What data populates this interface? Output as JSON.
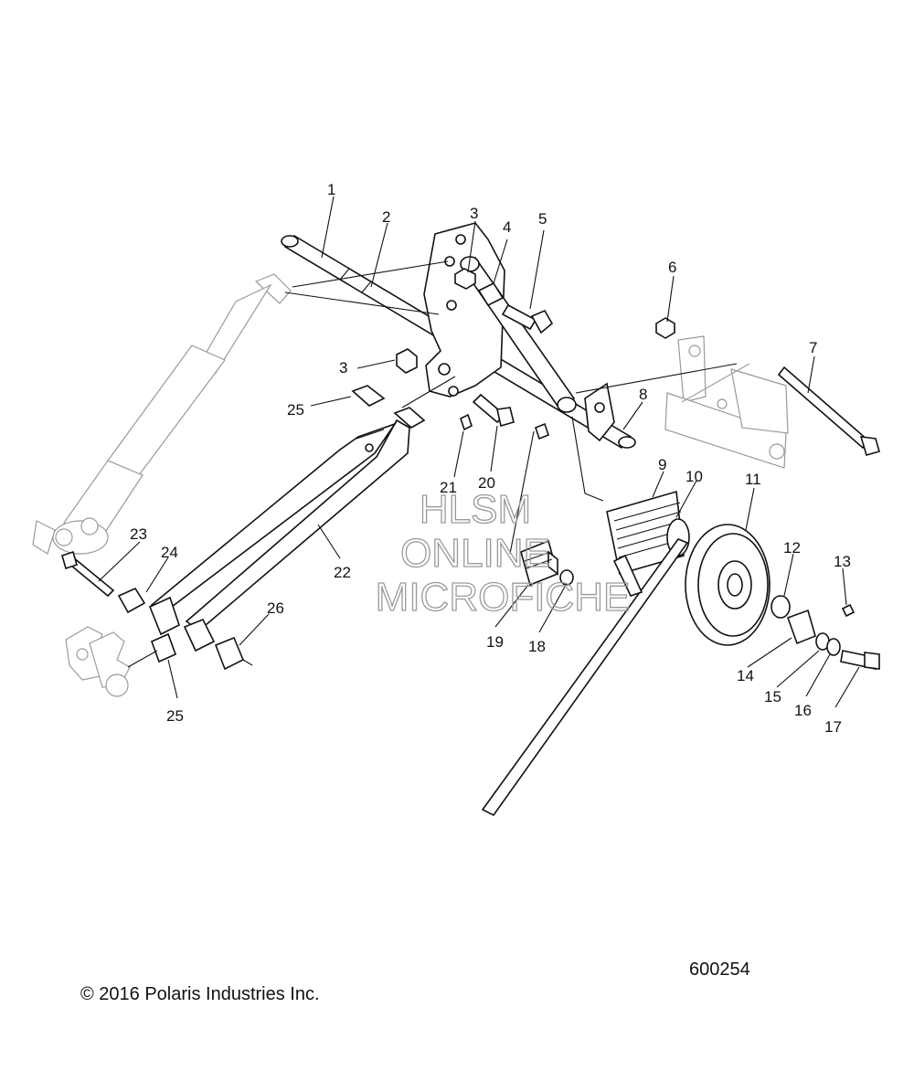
{
  "callouts": [
    {
      "id": "c1",
      "text": "1"
    },
    {
      "id": "c2",
      "text": "2"
    },
    {
      "id": "c3a",
      "text": "3"
    },
    {
      "id": "c4",
      "text": "4"
    },
    {
      "id": "c5",
      "text": "5"
    },
    {
      "id": "c6",
      "text": "6"
    },
    {
      "id": "c3b",
      "text": "3"
    },
    {
      "id": "c7",
      "text": "7"
    },
    {
      "id": "c8",
      "text": "8"
    },
    {
      "id": "c25a",
      "text": "25"
    },
    {
      "id": "c9",
      "text": "9"
    },
    {
      "id": "c10",
      "text": "10"
    },
    {
      "id": "c11",
      "text": "11"
    },
    {
      "id": "c21",
      "text": "21"
    },
    {
      "id": "c20",
      "text": "20"
    },
    {
      "id": "c23",
      "text": "23"
    },
    {
      "id": "c24",
      "text": "24"
    },
    {
      "id": "c22",
      "text": "22"
    },
    {
      "id": "c12",
      "text": "12"
    },
    {
      "id": "c13",
      "text": "13"
    },
    {
      "id": "c26",
      "text": "26"
    },
    {
      "id": "c19",
      "text": "19"
    },
    {
      "id": "c18",
      "text": "18"
    },
    {
      "id": "c14",
      "text": "14"
    },
    {
      "id": "c25b",
      "text": "25"
    },
    {
      "id": "c15",
      "text": "15"
    },
    {
      "id": "c16",
      "text": "16"
    },
    {
      "id": "c17",
      "text": "17"
    }
  ],
  "watermark": {
    "line1": "HLSM",
    "line2": "ONLINE",
    "line3": "MICROFICHE"
  },
  "figure_number": "600254",
  "copyright": "© 2016 Polaris Industries Inc."
}
